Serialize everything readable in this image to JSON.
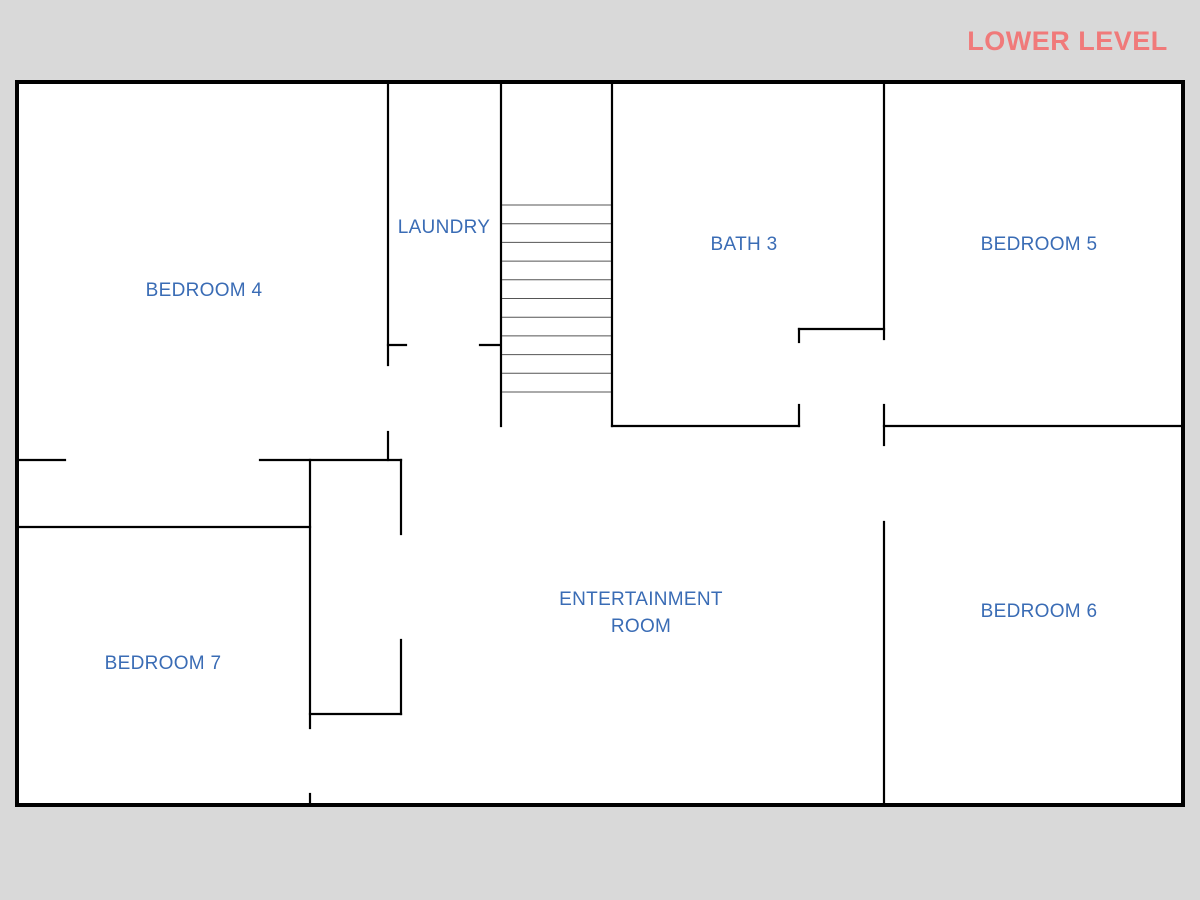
{
  "title": "LOWER LEVEL",
  "colors": {
    "background": "#d9d9d9",
    "plan_fill": "#ffffff",
    "wall": "#000000",
    "stair_tread": "#555555",
    "label": "#3a6cb5",
    "title": "#f07a7a"
  },
  "rooms": {
    "bedroom_4": "BEDROOM 4",
    "laundry": "LAUNDRY",
    "bath_3": "BATH 3",
    "bedroom_5": "BEDROOM 5",
    "entertainment_room": [
      "ENTERTAINMENT",
      "ROOM"
    ],
    "bedroom_6": "BEDROOM 6",
    "bedroom_7": "BEDROOM 7"
  }
}
